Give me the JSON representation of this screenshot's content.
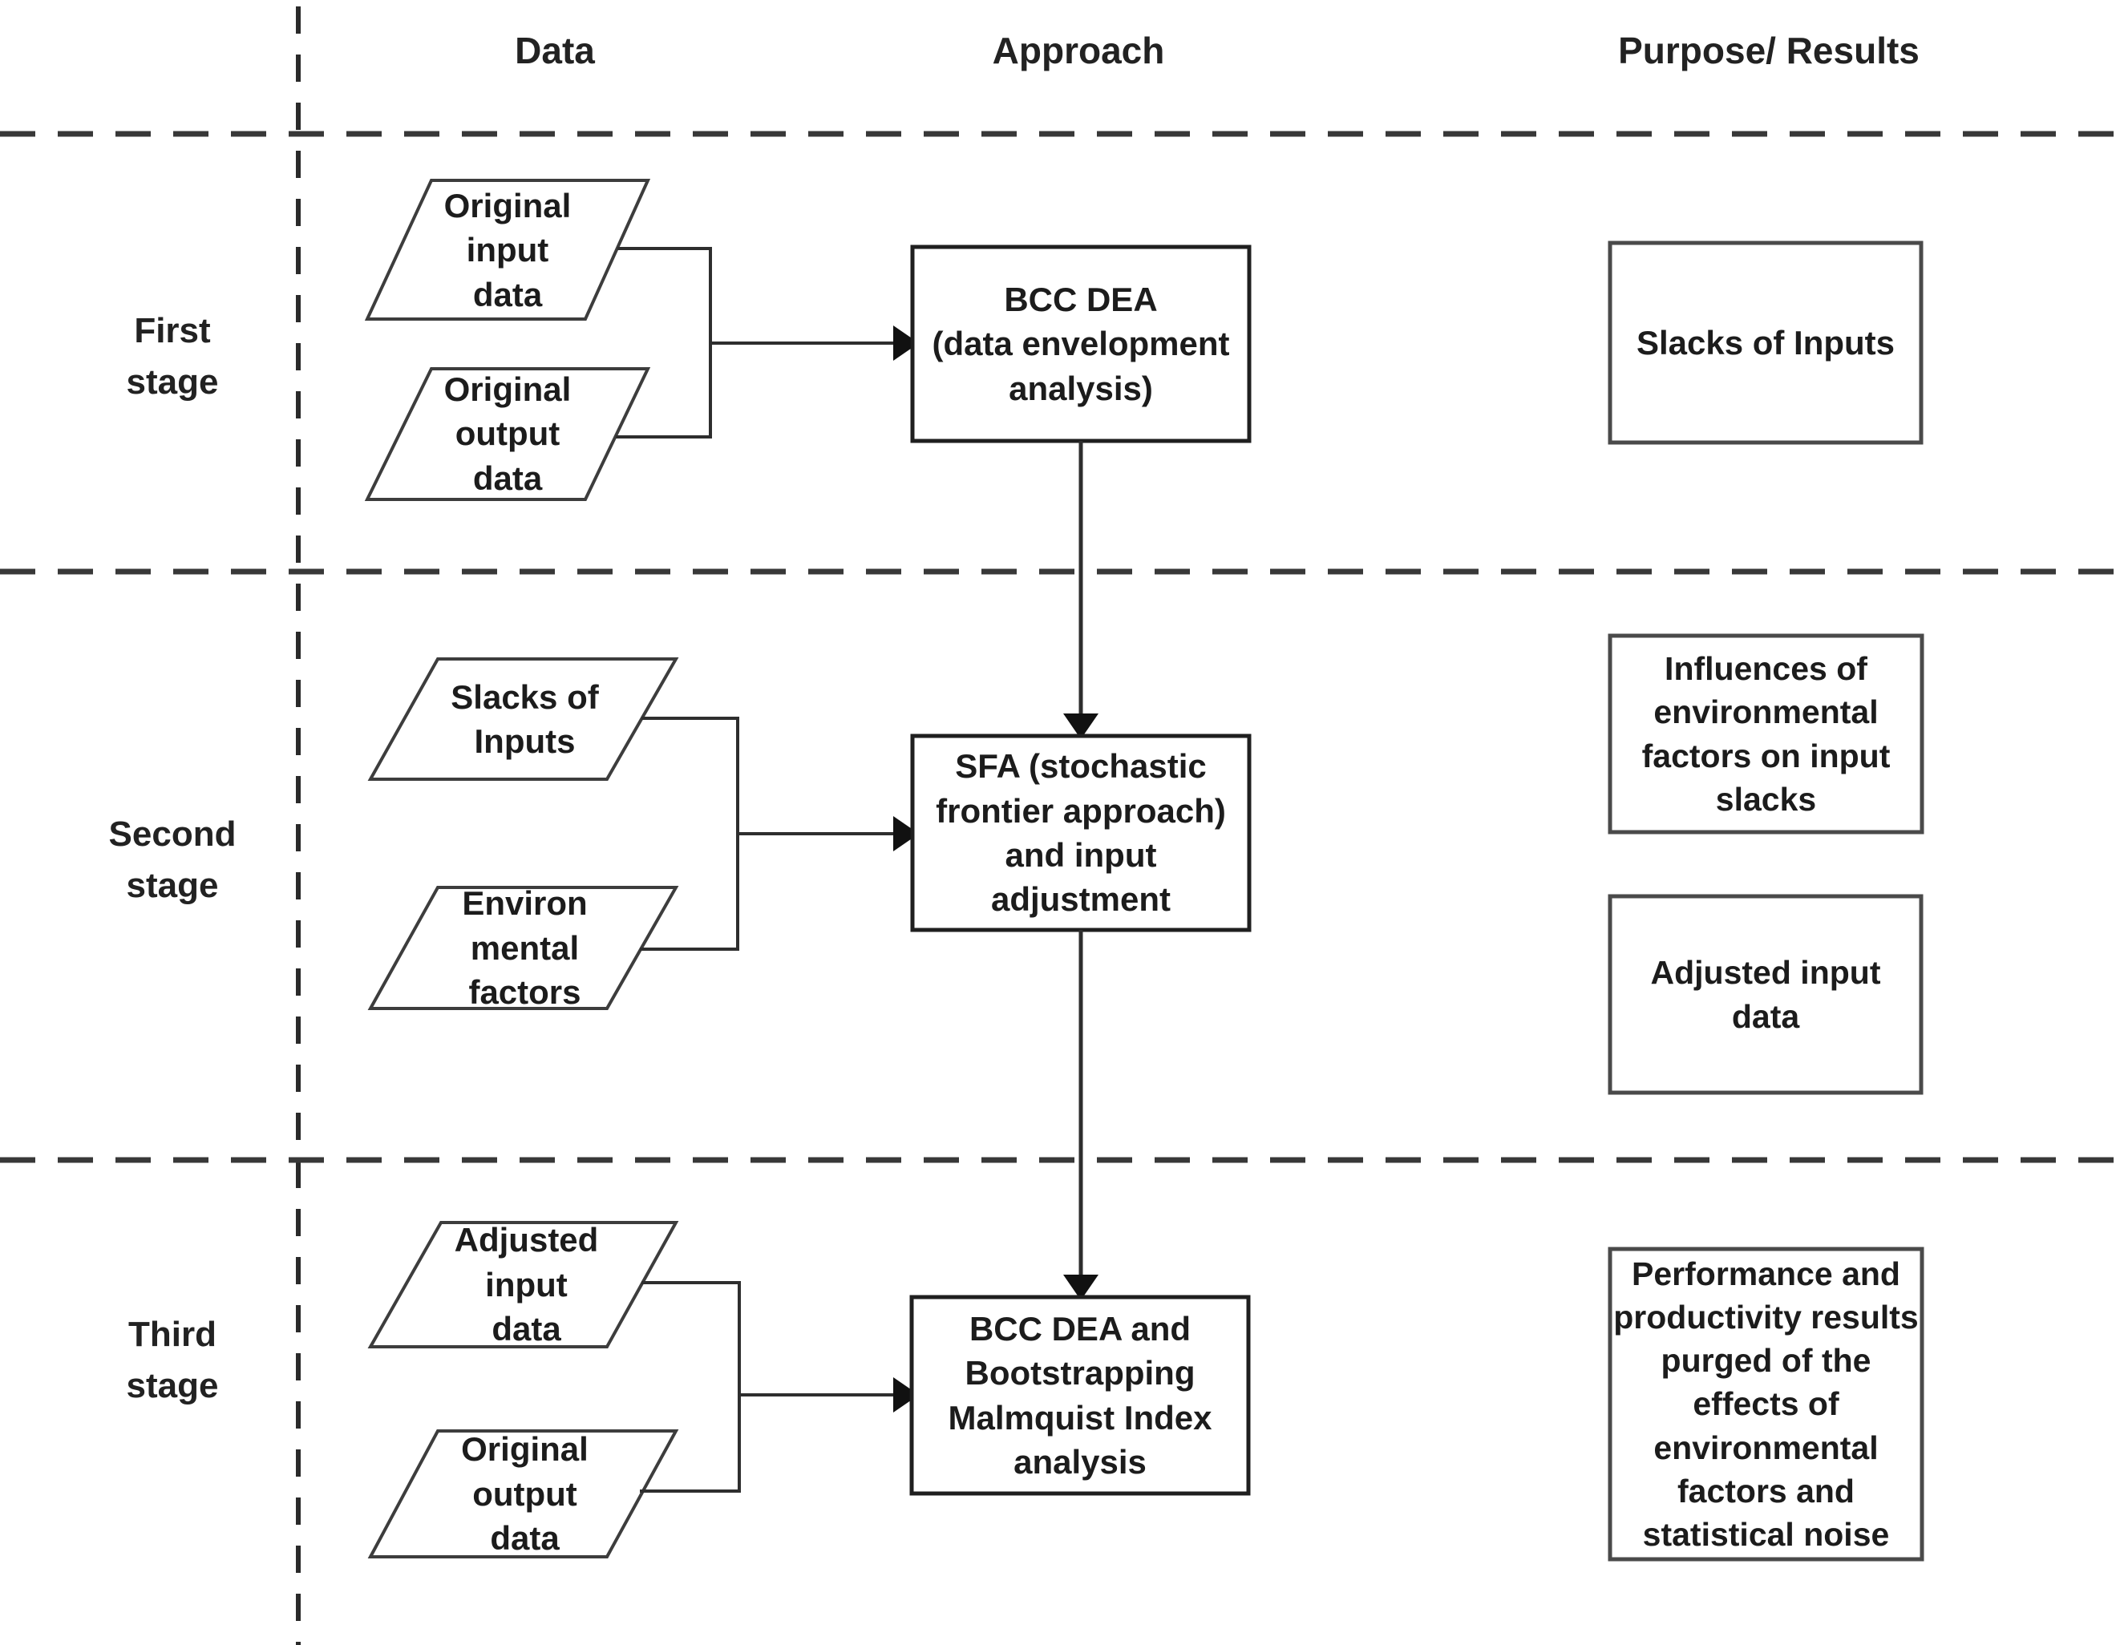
{
  "headers": {
    "data": "Data",
    "approach": "Approach",
    "purpose": "Purpose/ Results"
  },
  "stages": [
    {
      "label": "First\nstage",
      "inputs": [
        "Original\ninput\ndata",
        "Original\noutput\ndata"
      ],
      "approach": "BCC  DEA\n(data envelopment\nanalysis)",
      "results": [
        "Slacks of Inputs"
      ]
    },
    {
      "label": "Second\nstage",
      "inputs": [
        "Slacks of\nInputs",
        "Environ\nmental\nfactors"
      ],
      "approach": "SFA (stochastic\nfrontier approach)\nand input\nadjustment",
      "results": [
        "Influences of\nenvironmental\nfactors on input\nslacks",
        "Adjusted input data"
      ]
    },
    {
      "label": "Third\nstage",
      "inputs": [
        "Adjusted\ninput\ndata",
        "Original\noutput\ndata"
      ],
      "approach": "BCC DEA and\nBootstrapping\nMalmquist Index\nanalysis",
      "results": [
        "Performance and\nproductivity results\npurged of the\neffects of\nenvironmental\nfactors and\nstatistical noise"
      ]
    }
  ],
  "colors": {
    "line": "#2e2e2e",
    "approach_border": "#1f1f1f",
    "result_border": "#4a4a4a",
    "parallelogram_border": "#3d3d3d",
    "background": "#ffffff"
  }
}
